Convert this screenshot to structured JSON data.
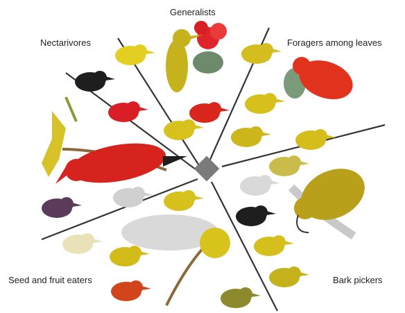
{
  "labels": {
    "top": "Generalists",
    "upper_left": "Nectarivores",
    "upper_right": "Foragers among leaves",
    "lower_left": "Seed and fruit eaters",
    "lower_right": "Bark pickers"
  },
  "colors": {
    "line": "#333333",
    "center_diamond": "#7a7a7a",
    "yellow": "#d9c21c",
    "olive": "#b6a21e",
    "red": "#d7261d",
    "black": "#1e1e1e",
    "gray": "#c8c8c8"
  },
  "icons": [
    "honeycreeper-bird-icon",
    "ohia-flower-icon",
    "lobelia-flower-icon",
    "branch-icon"
  ]
}
